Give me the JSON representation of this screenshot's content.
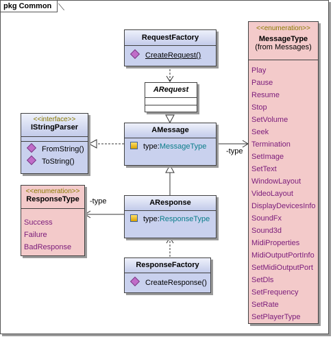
{
  "package": {
    "label": "pkg Common"
  },
  "request_factory": {
    "name": "RequestFactory",
    "operation": "CreateRequest()"
  },
  "arequest": {
    "name": "ARequest"
  },
  "amessage": {
    "name": "AMessage",
    "attr_name": "type:",
    "attr_type": "MessageType"
  },
  "aresponse": {
    "name": "AResponse",
    "attr_name": "type:",
    "attr_type": "ResponseType"
  },
  "response_factory": {
    "name": "ResponseFactory",
    "operation": "CreateResponse()"
  },
  "istring_parser": {
    "stereotype": "<<interface>>",
    "name": "IStringParser",
    "operations": [
      "FromString()",
      "ToString()"
    ]
  },
  "response_type": {
    "stereotype": "<<enumeration>>",
    "name": "ResponseType",
    "literals": [
      "Success",
      "Failure",
      "BadResponse"
    ]
  },
  "message_type": {
    "stereotype": "<<enumeration>>",
    "name": "MessageType",
    "origin": "(from Messages)",
    "literals": [
      "Play",
      "Pause",
      "Resume",
      "Stop",
      "SetVolume",
      "Seek",
      "Termination",
      "SetImage",
      "SetText",
      "WindowLayout",
      "VideoLayout",
      "DisplayDevicesInfo",
      "SoundFx",
      "Sound3d",
      "MidiProperties",
      "MidiOutputPortInfo",
      "SetMidiOutputPort",
      "SetDls",
      "SetFrequency",
      "SetRate",
      "SetPlayerType"
    ]
  },
  "connectors": {
    "amessage_role": "-type",
    "aresponse_role": "-type"
  }
}
